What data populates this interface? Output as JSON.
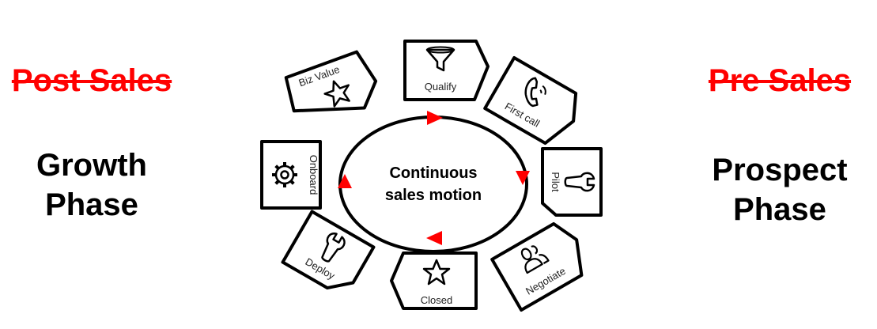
{
  "left": {
    "struck_label": "Post Sales",
    "phase_line1": "Growth",
    "phase_line2": "Phase"
  },
  "right": {
    "struck_label": "Pre Sales",
    "phase_line1": "Prospect",
    "phase_line2": "Phase"
  },
  "center": {
    "line1": "Continuous",
    "line2": "sales motion"
  },
  "steps": [
    {
      "label": "Qualify",
      "icon": "funnel-icon"
    },
    {
      "label": "First call",
      "icon": "phone-icon"
    },
    {
      "label": "Pilot",
      "icon": "wrench-icon"
    },
    {
      "label": "Negotiate",
      "icon": "people-icon"
    },
    {
      "label": "Closed",
      "icon": "star-icon"
    },
    {
      "label": "Deploy",
      "icon": "wrench-icon"
    },
    {
      "label": "Onboard",
      "icon": "gear-icon"
    },
    {
      "label": "Biz Value",
      "icon": "star-icon"
    }
  ],
  "colors": {
    "accent": "#ff0000",
    "stroke": "#000000",
    "background": "#ffffff"
  }
}
